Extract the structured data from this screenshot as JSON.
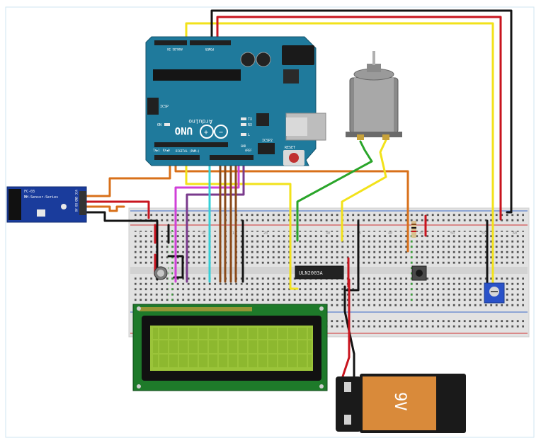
{
  "board": {
    "brand": "Arduino",
    "model": "UNO",
    "header_digital": "DIGITAL (PWM~)",
    "header_analog": "ANALOG IN",
    "header_power": "POWER",
    "icsp": "ICSP",
    "icsp2": "ICSP2",
    "reset": "RESET",
    "led_on": "ON",
    "led_tx": "TX",
    "led_rx": "RX",
    "led_l": "L",
    "aref": "AREF",
    "gnd": "GND",
    "tx_pin": "TX▶1",
    "rx_pin": "RX◀0"
  },
  "sensor": {
    "line1": "FC-03",
    "line2": "MH-Sensor-Series",
    "pins": "VCC GND DO AO"
  },
  "driver": {
    "label": "ULN2003A"
  },
  "battery": {
    "label": "9V"
  },
  "breadboard": {
    "col_numbers": [
      "1",
      "5",
      "10",
      "15",
      "20",
      "25",
      "30",
      "35",
      "40",
      "45",
      "50",
      "55",
      "60"
    ]
  },
  "colors": {
    "board": "#1f7a9c",
    "breadboard": "#e2e2e2",
    "wire_red": "#c8141e",
    "wire_black": "#141414",
    "wire_yellow": "#f2e21a",
    "wire_orange": "#d8701a",
    "wire_green": "#2aa52a",
    "wire_cyan": "#35d0d8",
    "wire_brown": "#8a4a1a",
    "wire_magenta": "#d040d8",
    "wire_purple": "#7a3a8c",
    "lcd_screen": "#9bc43a",
    "pcb_green": "#1e7a2a",
    "battery_orange": "#d98a3a"
  },
  "icons": [
    "arduino-uno-board",
    "ir-sensor-module",
    "dc-motor",
    "uln2003a-chip",
    "lcd-16x2",
    "9v-battery",
    "potentiometer",
    "push-button",
    "resistor",
    "trimmer-potentiometer"
  ]
}
